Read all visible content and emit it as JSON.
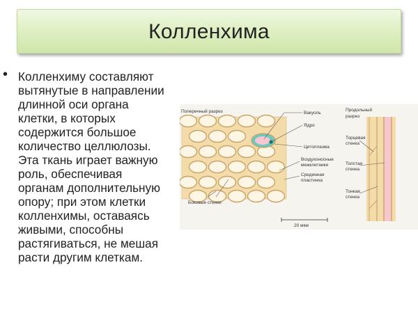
{
  "slide": {
    "title": "Колленхима",
    "bullet_lines": [
      "Колленхиму составляют",
      "вытянутые в направлении",
      "длинной оси органа",
      "клетки, в которых",
      "содержится большое",
      "количество целлюлозы.",
      "Эта ткань играет важную",
      "роль, обеспечивая",
      "органам дополнительную",
      "опору; при этом клетки",
      "колленхимы, оставаясь",
      "живыми, способны",
      "растягиваться, не мешая",
      "расти другим клеткам."
    ]
  },
  "figure": {
    "cross_section_label": "Поперечный разрез",
    "longitudinal_label_1": "Продольный",
    "longitudinal_label_2": "разрез",
    "vacuole": "Вакуоль",
    "nucleus": "Ядро",
    "cytoplasm": "Цитоплазма",
    "air_spaces_1": "Воздухоносные",
    "air_spaces_2": "межклетники",
    "middle_lamella_1": "Срединная",
    "middle_lamella_2": "пластинка",
    "end_wall_1": "Торцевая",
    "end_wall_2": "стенка",
    "thick_wall_1": "Толстая",
    "thick_wall_2": "стенка",
    "thin_wall_1": "Тонкая",
    "thin_wall_2": "стенка",
    "side_walls": "Боковые стенки",
    "scale": "20 мкм"
  },
  "colors": {
    "title_bg": "#dff0c4",
    "cell_wall": "#f3dca9",
    "cell_wall_stroke": "#c9a468",
    "cell_lumen": "#fdf6e4",
    "vacuole_pink": "#f6c7cf",
    "cytoplasm_teal": "#6fc8c0",
    "nucleus_dark": "#1f6f6a"
  }
}
